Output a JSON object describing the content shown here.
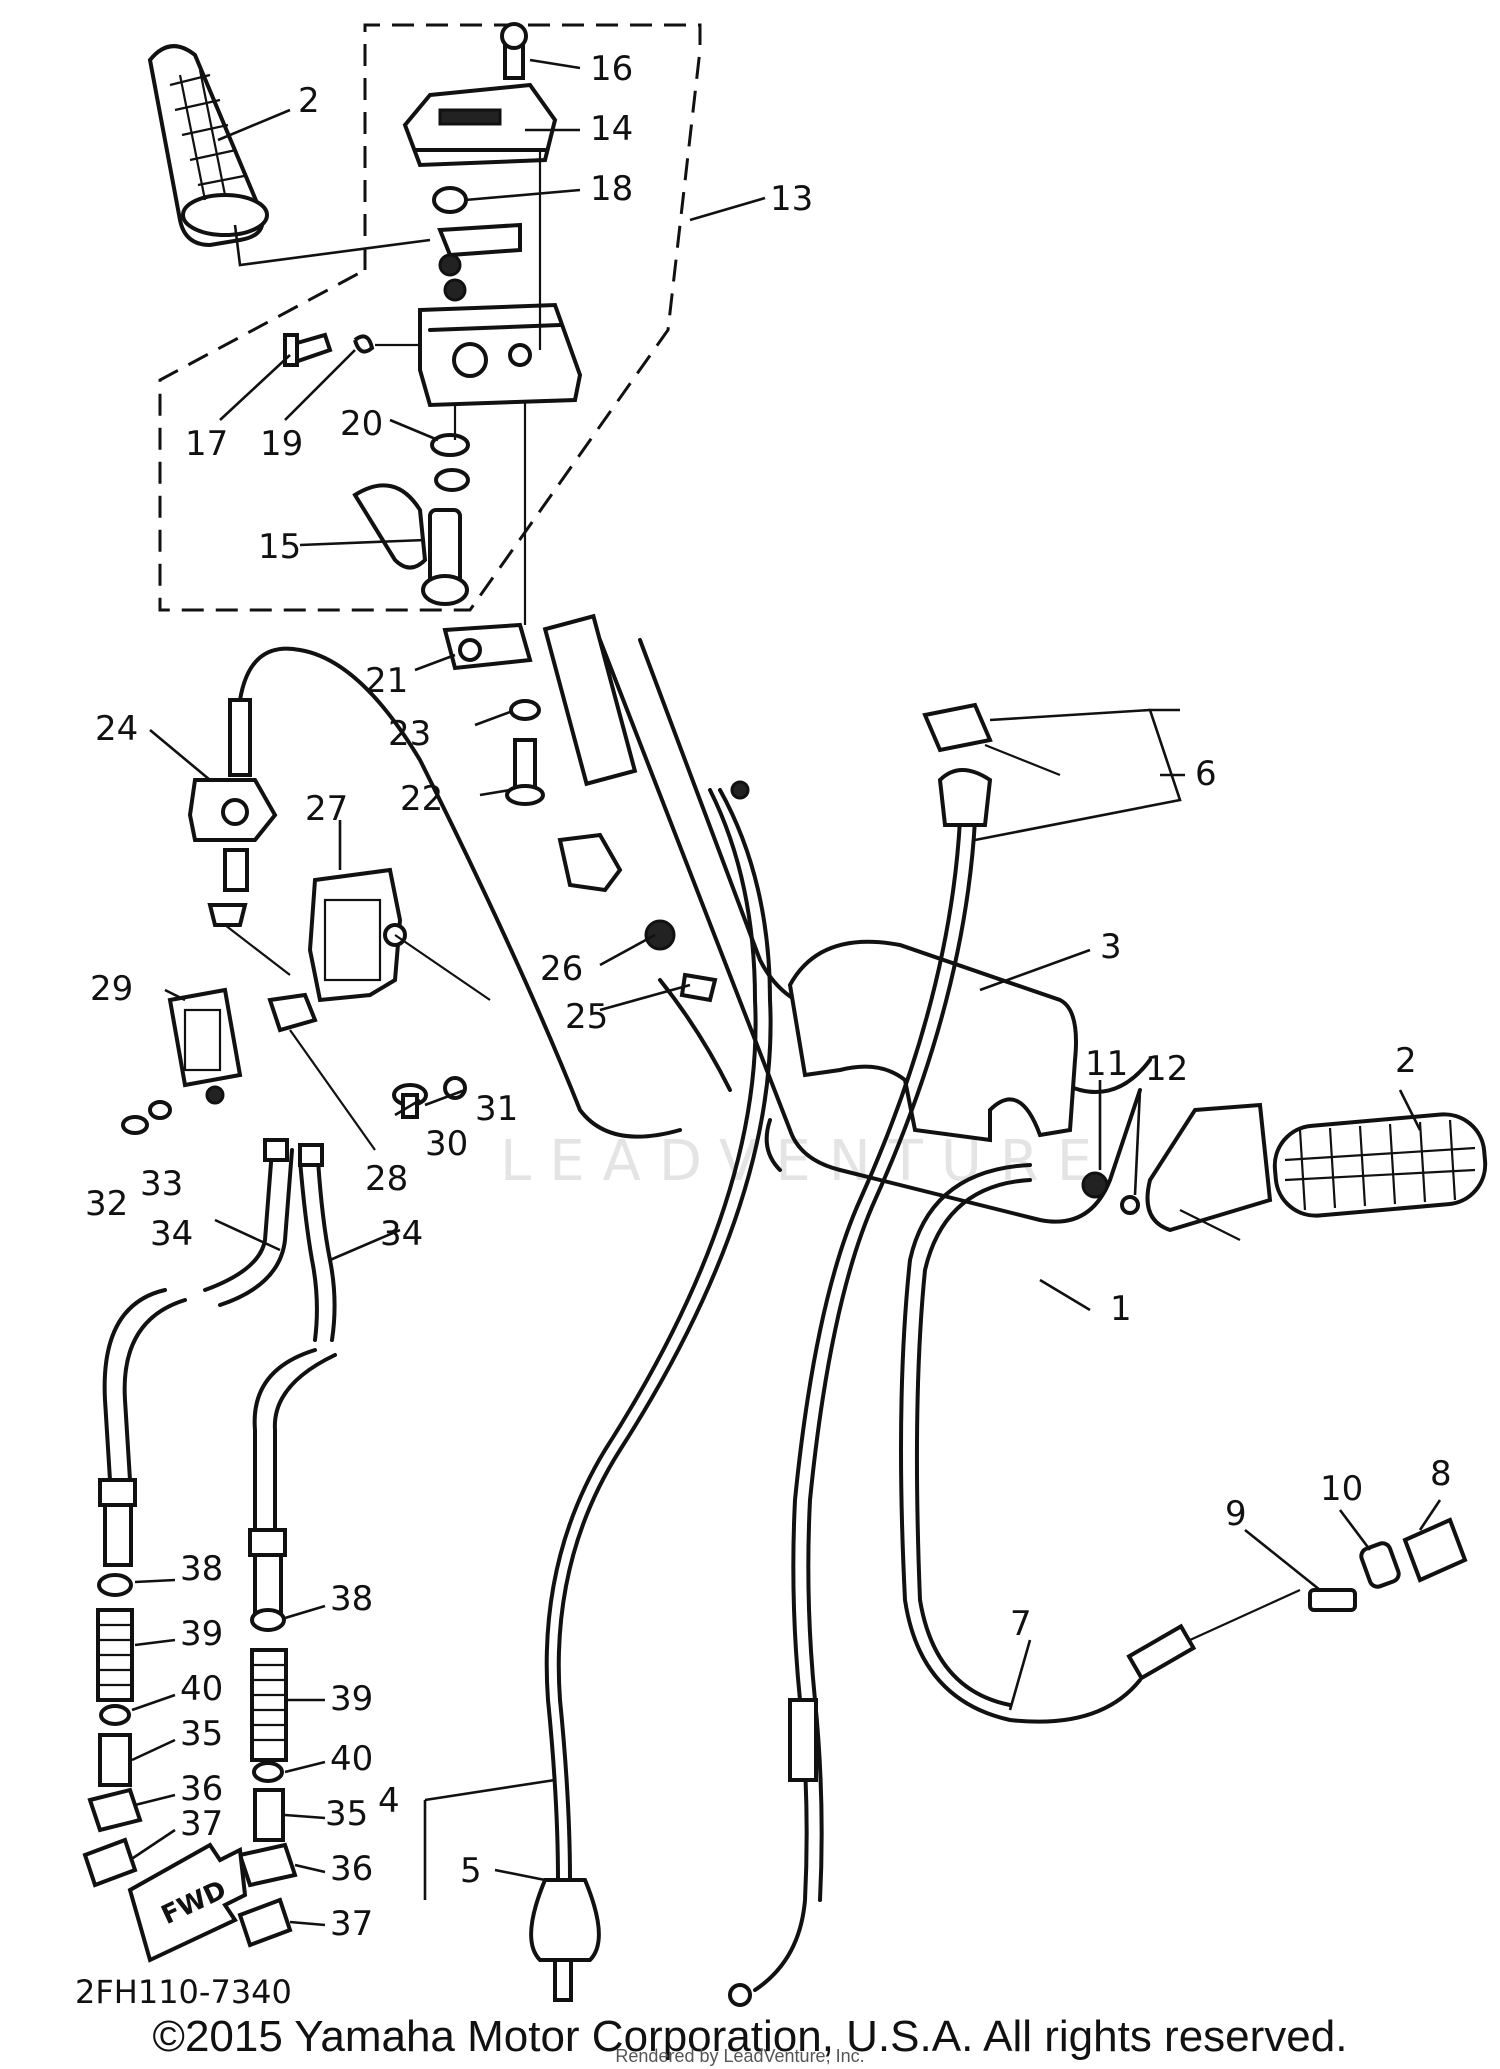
{
  "diagram": {
    "drawing_code": "2FH110-7340",
    "watermark": "LEADVENTURE",
    "copyright": "©2015 Yamaha Motor Corporation, U.S.A. All rights reserved.",
    "render_note": "Rendered by LeadVenture, Inc."
  },
  "callouts": [
    "1",
    "2",
    "3",
    "4",
    "5",
    "6",
    "7",
    "8",
    "9",
    "10",
    "11",
    "12",
    "13",
    "14",
    "15",
    "16",
    "17",
    "18",
    "19",
    "20",
    "21",
    "22",
    "23",
    "24",
    "25",
    "26",
    "27",
    "28",
    "29",
    "30",
    "31",
    "32",
    "33",
    "34",
    "35",
    "36",
    "37",
    "38",
    "39",
    "40"
  ],
  "fwd_label": "FWD"
}
